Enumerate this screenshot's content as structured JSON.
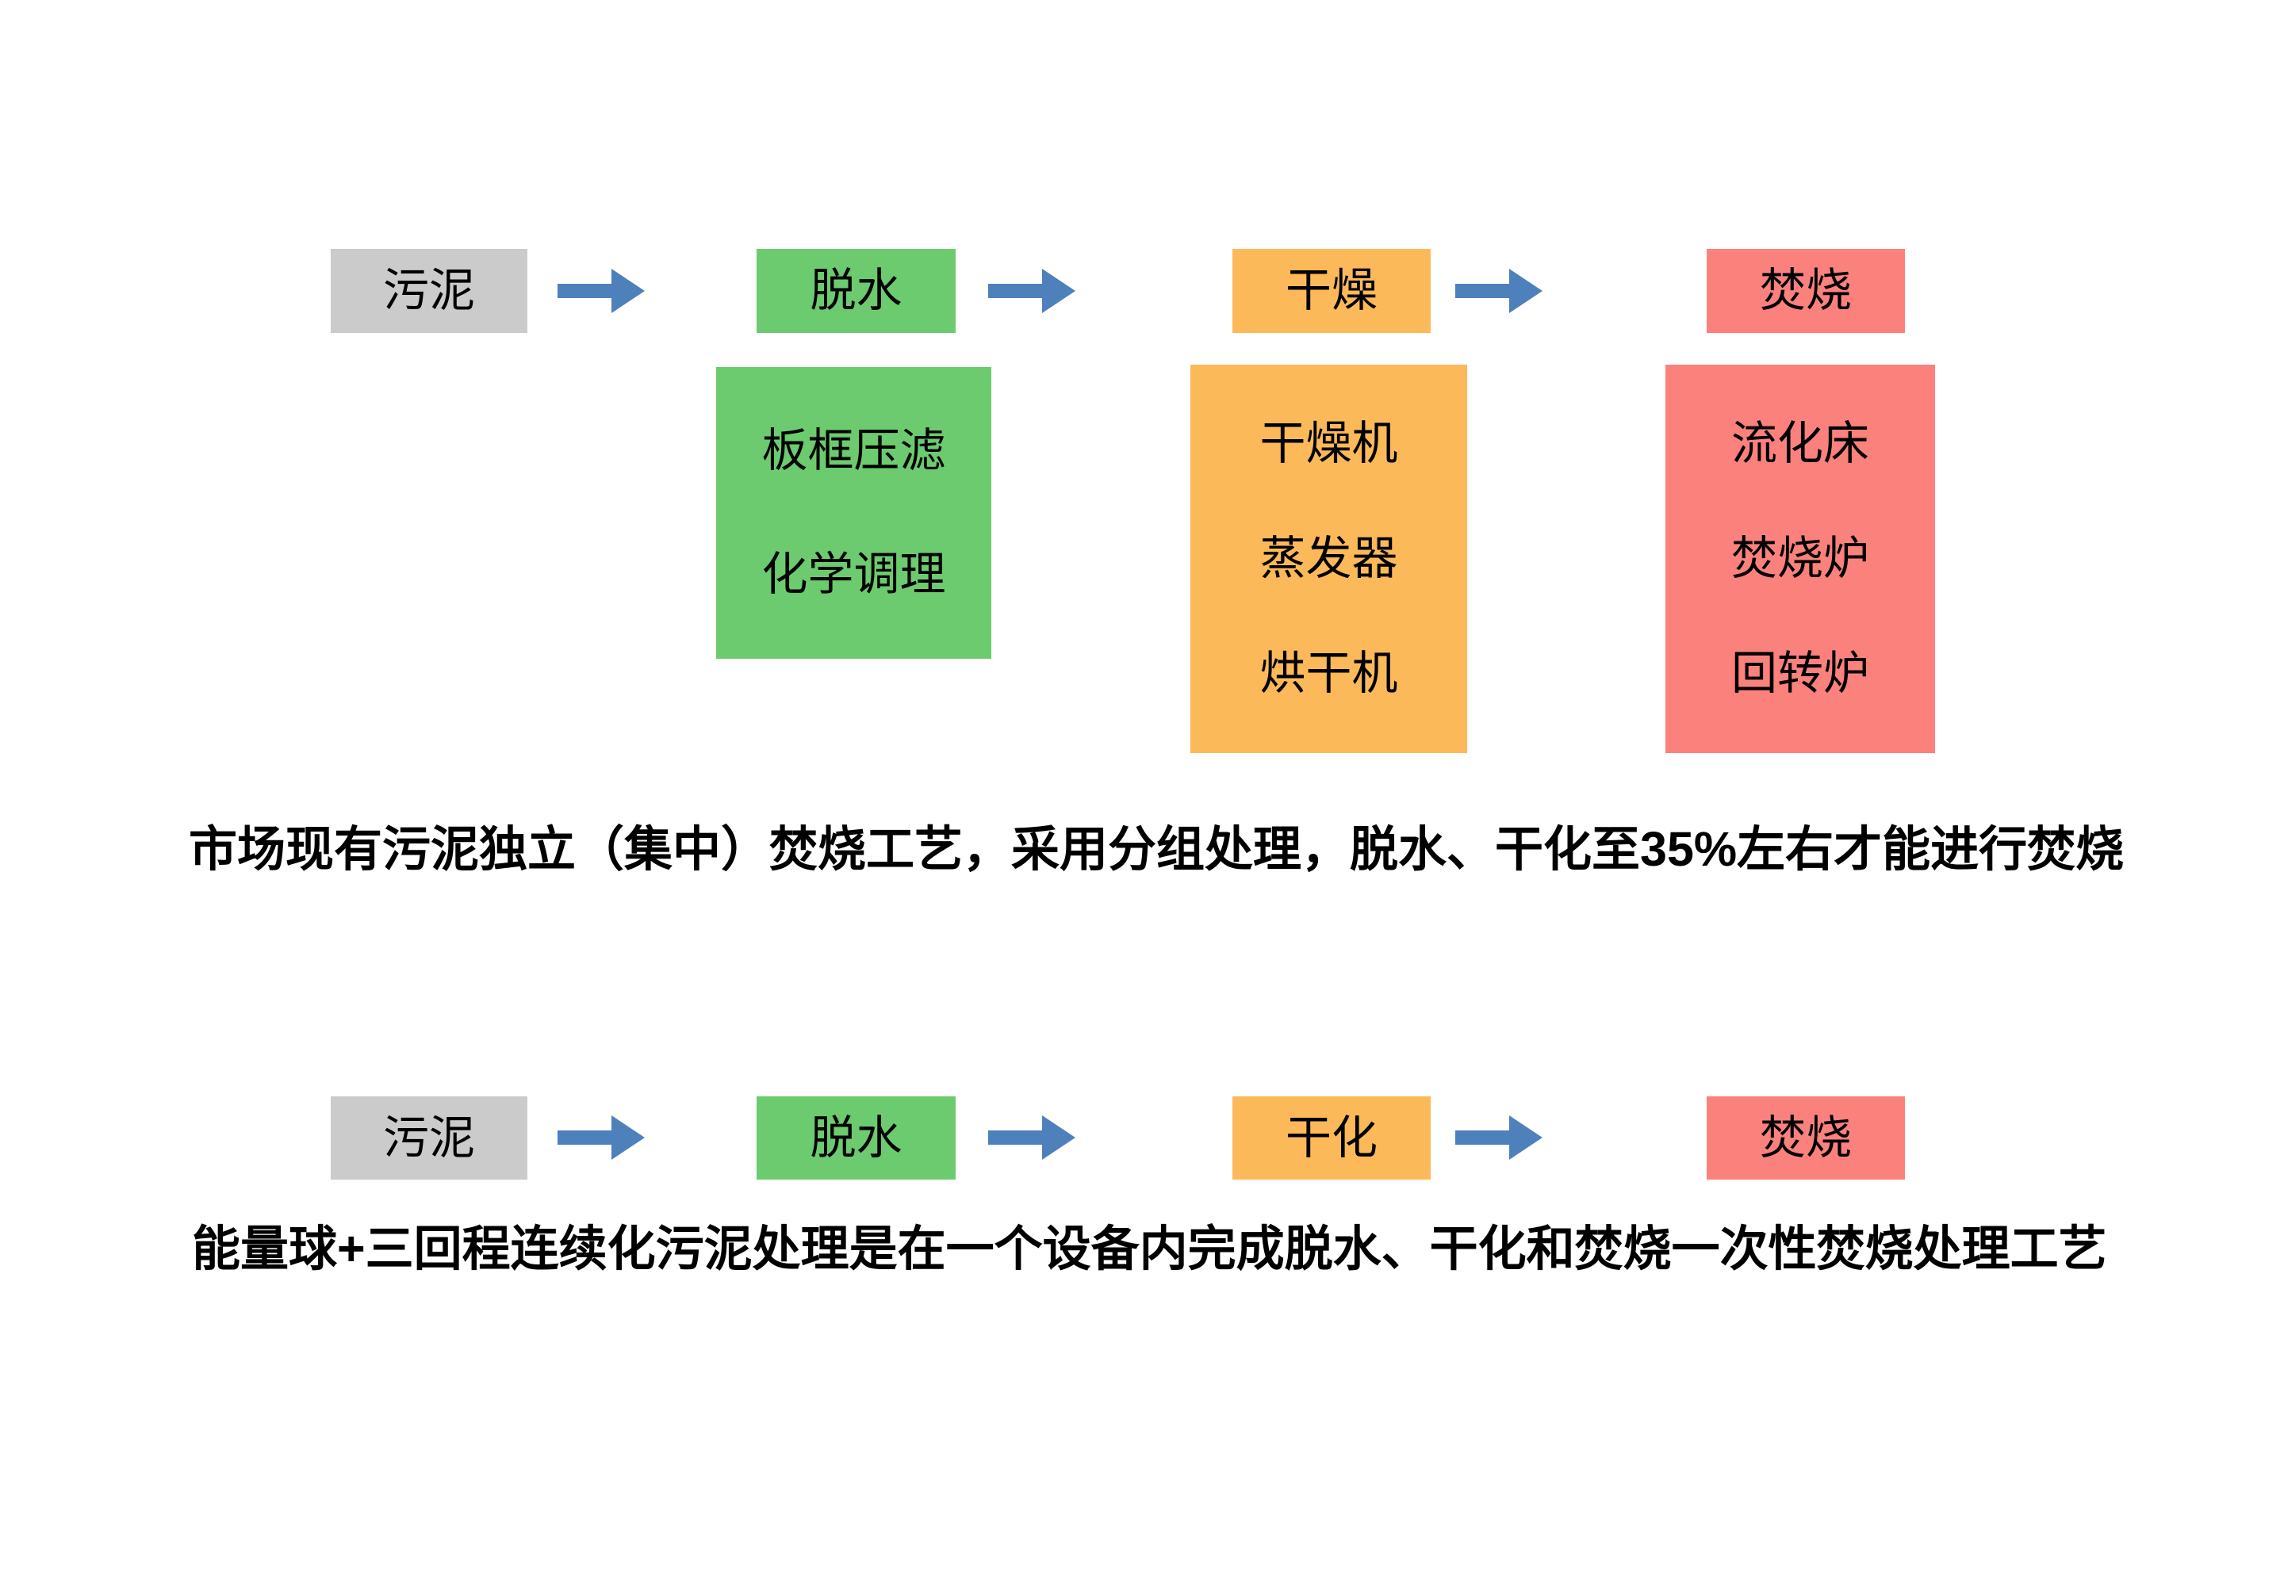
{
  "colors": {
    "gray": "#CBCBCB",
    "green": "#6CCB6E",
    "orange": "#FCB95A",
    "red": "#FB817D",
    "arrow_blue": "#4E80BC",
    "text": "#000000"
  },
  "flow_top": {
    "steps": [
      {
        "label": "污泥",
        "color": "gray"
      },
      {
        "label": "脱水",
        "color": "green"
      },
      {
        "label": "干燥",
        "color": "orange"
      },
      {
        "label": "焚烧",
        "color": "red"
      }
    ],
    "detail_boxes": [
      {
        "color": "green",
        "items": [
          "板框压滤",
          "化学调理"
        ]
      },
      {
        "color": "orange",
        "items": [
          "干燥机",
          "蒸发器",
          "烘干机"
        ]
      },
      {
        "color": "red",
        "items": [
          "流化床",
          "焚烧炉",
          "回转炉"
        ]
      }
    ],
    "caption": {
      "before": "市场现有污泥独立（集中）焚烧工艺，采用分组处理，脱水、干化至",
      "highlight": "35%",
      "after": "左右才能进行焚烧"
    }
  },
  "flow_bottom": {
    "steps": [
      {
        "label": "污泥",
        "color": "gray"
      },
      {
        "label": "脱水",
        "color": "green"
      },
      {
        "label": "干化",
        "color": "orange"
      },
      {
        "label": "焚烧",
        "color": "red"
      }
    ],
    "caption": {
      "before": "能量球",
      "highlight": "+",
      "after": "三回程连续化污泥处理是在一个设备内完成脱水、干化和焚烧一次性焚烧处理工艺"
    }
  }
}
